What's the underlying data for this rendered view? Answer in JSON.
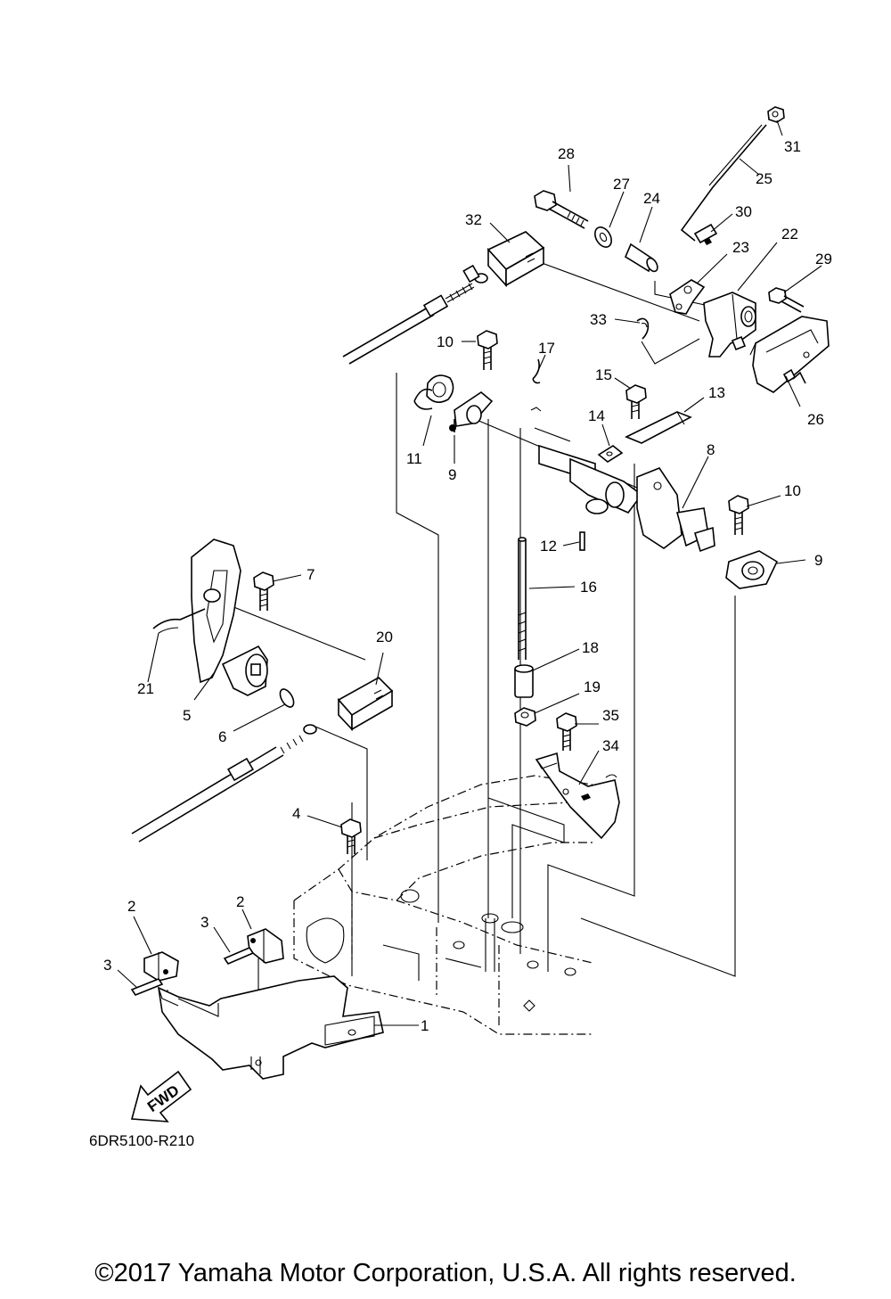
{
  "diagram_code": "6DR5100-R210",
  "copyright": "©2017 Yamaha Motor Corporation, U.S.A. All rights reserved.",
  "fwd_label": "FWD",
  "callouts": {
    "c1": "1",
    "c2a": "2",
    "c2b": "2",
    "c3a": "3",
    "c3b": "3",
    "c4": "4",
    "c5": "5",
    "c6": "6",
    "c7": "7",
    "c8": "8",
    "c9a": "9",
    "c9b": "9",
    "c10a": "10",
    "c10b": "10",
    "c11": "11",
    "c12": "12",
    "c13": "13",
    "c14": "14",
    "c15": "15",
    "c16": "16",
    "c17": "17",
    "c18": "18",
    "c19": "19",
    "c20": "20",
    "c21": "21",
    "c22": "22",
    "c23": "23",
    "c24": "24",
    "c25": "25",
    "c26": "26",
    "c27": "27",
    "c28": "28",
    "c29": "29",
    "c30": "30",
    "c31": "31",
    "c32": "32",
    "c33": "33",
    "c34": "34",
    "c35": "35"
  }
}
